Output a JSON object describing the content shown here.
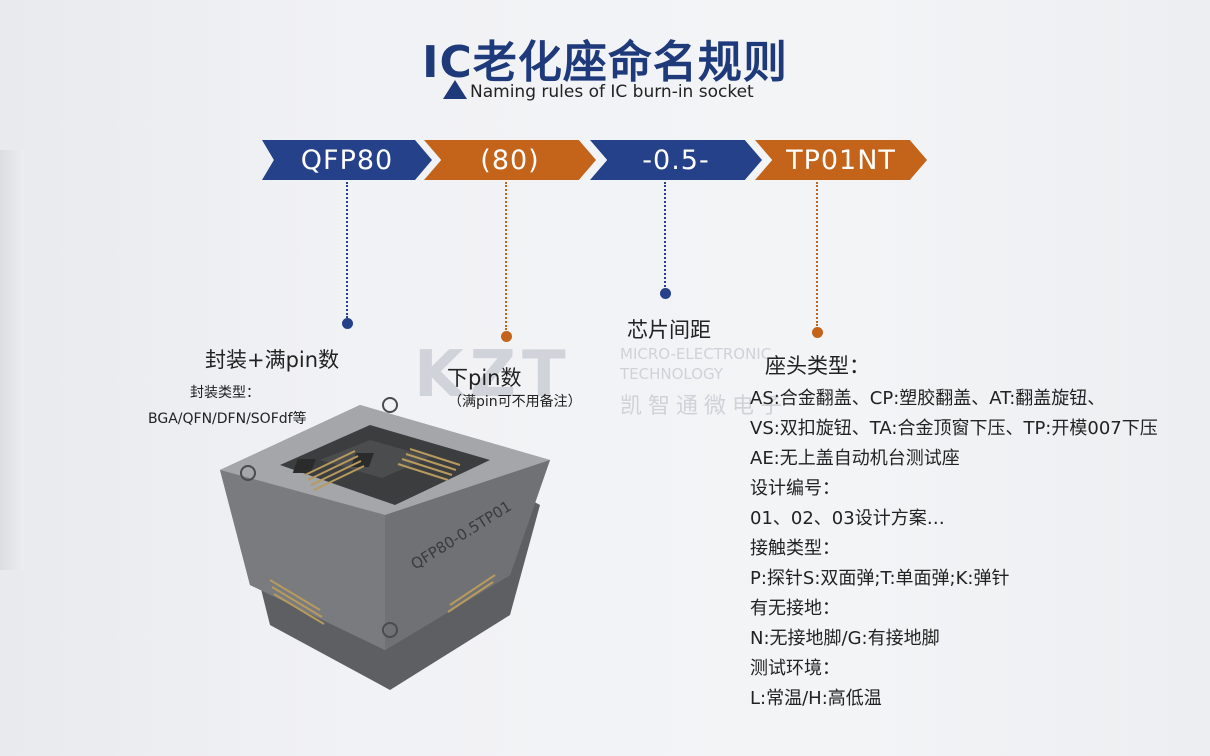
{
  "title": "IC老化座命名规则",
  "subtitle": "Naming rules of IC  burn-in socket",
  "segments": [
    {
      "text": "QFP80",
      "color": "#25418a"
    },
    {
      "text": "(80)",
      "color": "#c4641a"
    },
    {
      "text": "-0.5-",
      "color": "#25418a"
    },
    {
      "text": "TP01NT",
      "color": "#c4641a"
    }
  ],
  "labels": {
    "package": "封装+满pin数",
    "package_type_title": "封装类型：",
    "package_types": "BGA/QFN/DFN/SOFdf等",
    "pin": "下pin数",
    "pin_note": "（满pin可不用备注）",
    "pitch": "芯片间距",
    "head_type": "座头类型："
  },
  "head_details": [
    "AS:合金翻盖、CP:塑胶翻盖、AT:翻盖旋钮、",
    "VS:双扣旋钮、TA:合金顶窗下压、TP:开模007下压",
    "AE:无上盖自动机台测试座",
    "设计编号：",
    "01、02、03设计方案…",
    "接触类型：",
    "P:探针S:双面弹;T:单面弹;K:弹针",
    "有无接地：",
    "N:无接地脚/G:有接地脚",
    "测试环境：",
    "L:常温/H:高低温"
  ],
  "watermark": {
    "logo": "KZT",
    "en1": "MICRO-ELECTRONIC",
    "en2": "TECHNOLOGY",
    "cn": "凯智通微电子"
  },
  "socket_marking": "QFP80-0.5TP01",
  "colors": {
    "blue": "#25418a",
    "orange": "#c4641a",
    "title": "#1f3a7a"
  }
}
